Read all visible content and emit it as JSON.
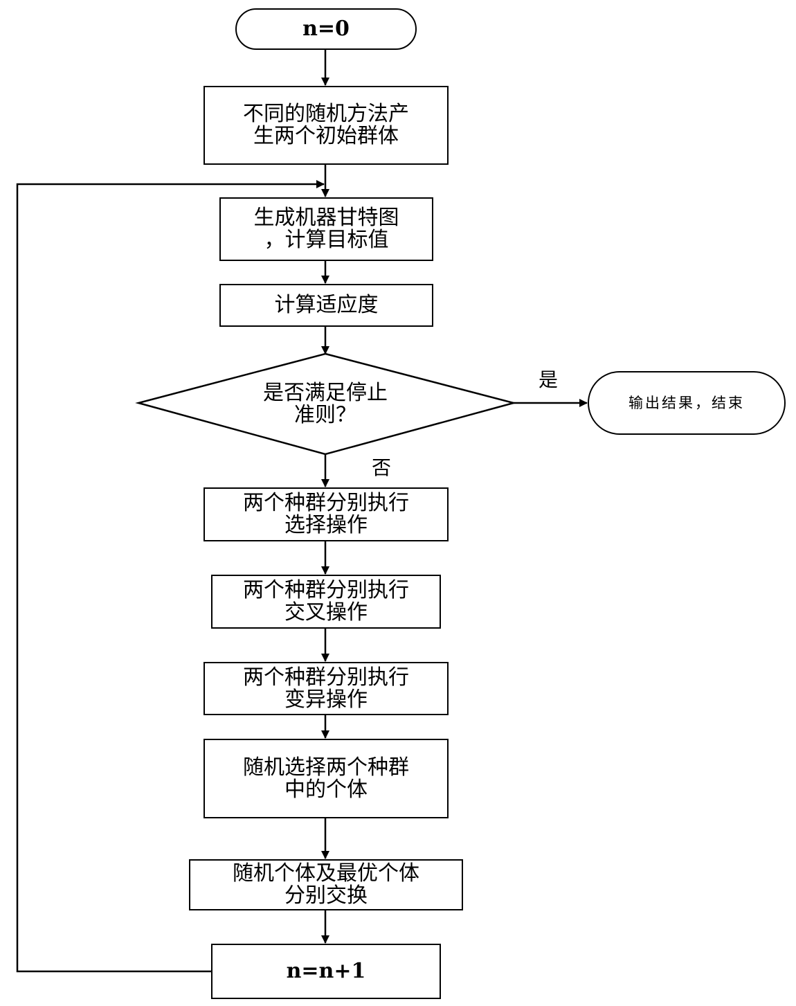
{
  "nodes": {
    "start": "n=0",
    "init_population": "不同的随机方法产\n生两个初始群体",
    "gantt_objective": "生成机器甘特图\n，计算目标值",
    "fitness": "计算适应度",
    "decision": "是否满足停止\n准则？",
    "output_end": "输出结果，结束",
    "selection": "两个种群分别执行\n选择操作",
    "crossover": "两个种群分别执行\n交叉操作",
    "mutation": "两个种群分别执行\n变异操作",
    "random_select": "随机选择两个种群\n中的个体",
    "exchange": "随机个体及最优个体\n分别交换",
    "increment": "n=n+1"
  },
  "edges": {
    "yes_label": "是",
    "no_label": "否"
  }
}
